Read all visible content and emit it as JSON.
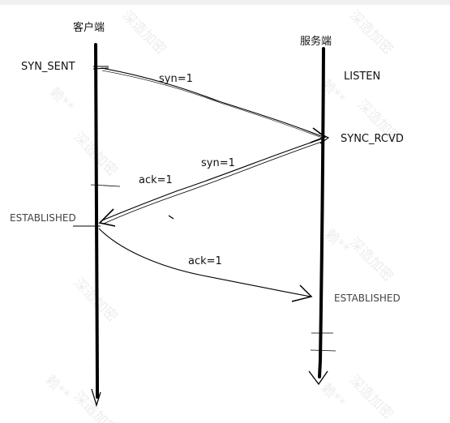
{
  "actors": {
    "client": {
      "name": "客户端"
    },
    "server": {
      "name": "服务端"
    }
  },
  "states": {
    "client_start": "SYN_SENT",
    "server_start": "LISTEN",
    "server_recv": "SYNC_RCVD",
    "client_established": "ESTABLISHED",
    "server_established": "ESTABLISHED"
  },
  "messages": {
    "step1": "syn=1",
    "step2_syn": "syn=1",
    "step2_ack": "ack=1",
    "step3": "ack=1"
  },
  "watermark": {
    "text": "深造加密",
    "alt": "赖**"
  }
}
